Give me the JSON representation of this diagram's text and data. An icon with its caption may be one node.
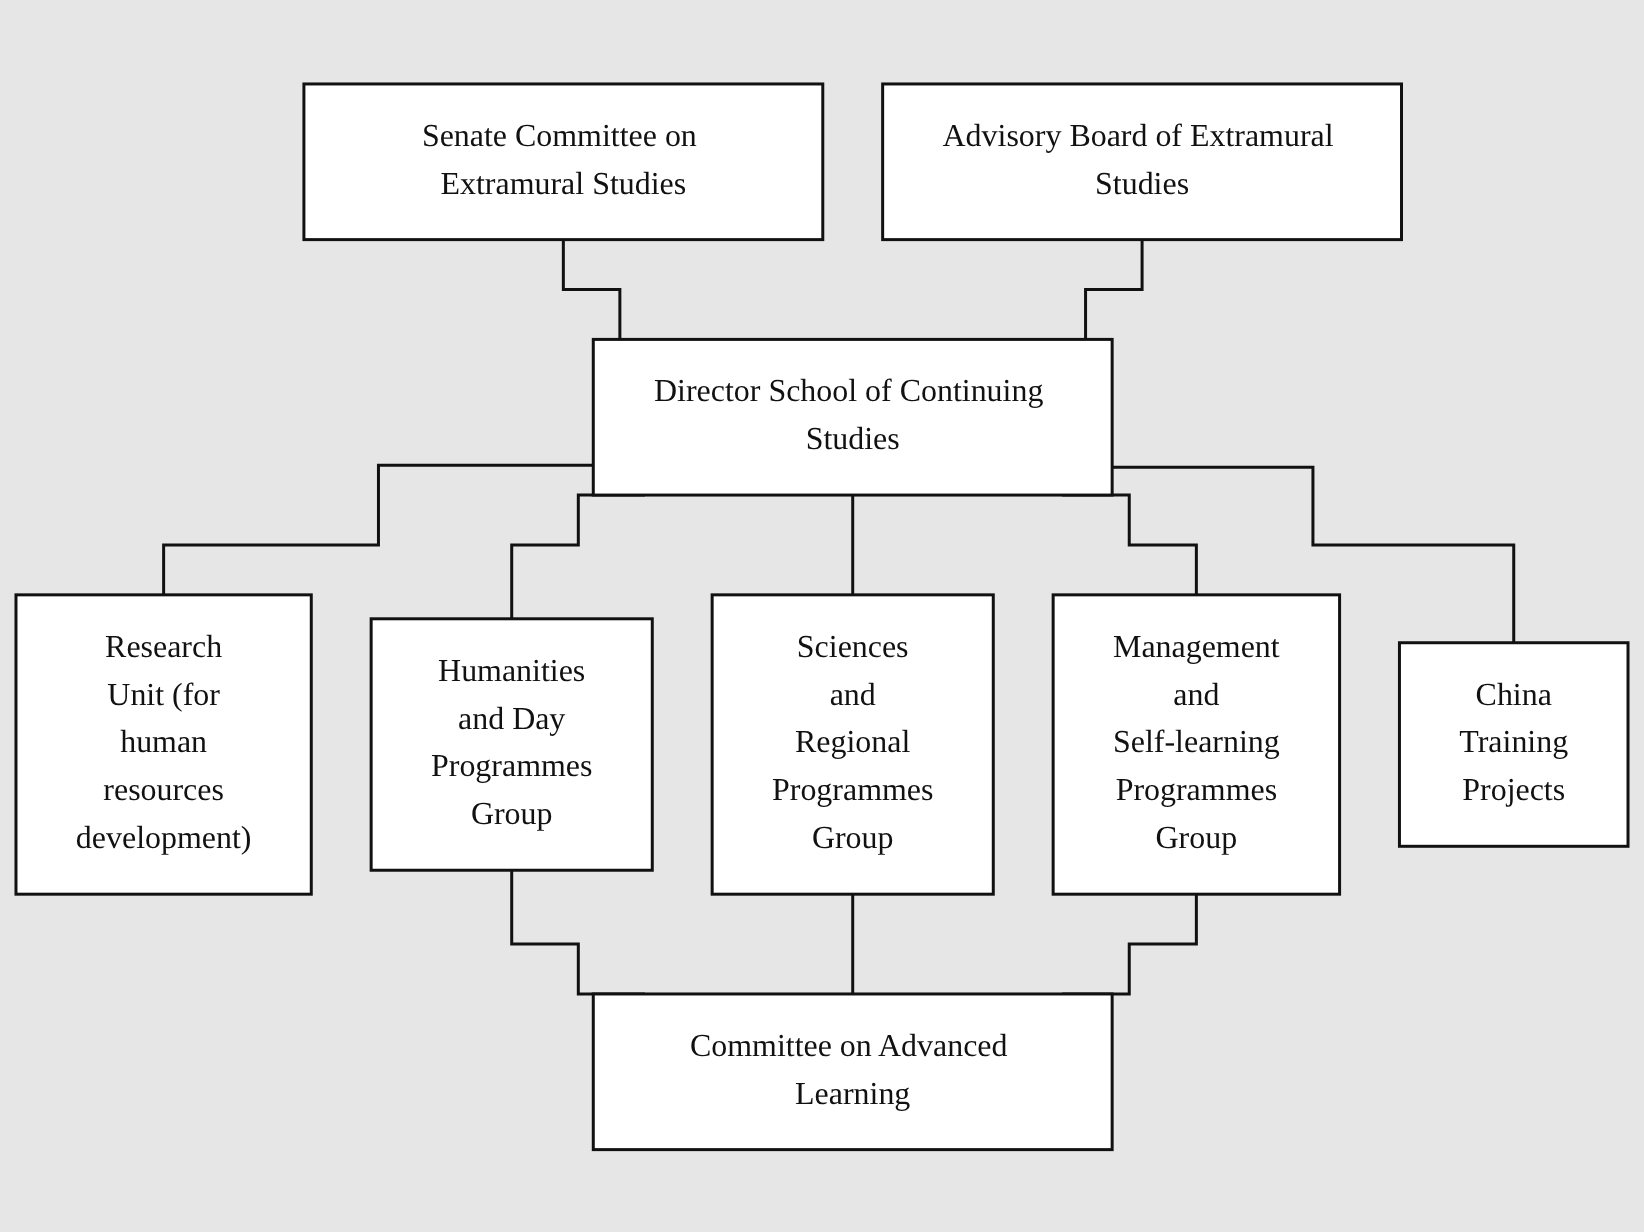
{
  "diagram": {
    "nodes": [
      {
        "text": [
          "Senate Committee on Extramural Studies"
        ]
      },
      {
        "text": [
          "Advisory Board of Extramural Studies"
        ]
      },
      {
        "text": [
          "Director School of Continuing Studies"
        ]
      },
      {
        "text": [
          "Research Unit (for human resources development)"
        ]
      },
      {
        "text": [
          "Humanities and Day Programmes Group"
        ]
      },
      {
        "text": [
          "Sciences and Regional Programmes Group"
        ]
      },
      {
        "text": [
          "Management and Self-learning Programmes Group"
        ]
      },
      {
        "text": [
          "China Training Projects"
        ]
      },
      {
        "text": [
          "Committee on Advanced Learning"
        ]
      }
    ],
    "edges": [
      {
        "from": 0,
        "to": 2,
        "arrow": "none"
      },
      {
        "from": 1,
        "to": 2,
        "arrow": "none"
      },
      {
        "from": 2,
        "to": 3,
        "arrow": "none"
      },
      {
        "from": 2,
        "to": 4,
        "arrow": "none"
      },
      {
        "from": 2,
        "to": 5,
        "arrow": "none"
      },
      {
        "from": 2,
        "to": 6,
        "arrow": "none"
      },
      {
        "from": 2,
        "to": 7,
        "arrow": "none"
      },
      {
        "from": 4,
        "to": 8,
        "arrow": "none"
      },
      {
        "from": 5,
        "to": 8,
        "arrow": "none"
      },
      {
        "from": 6,
        "to": 8,
        "arrow": "none"
      }
    ]
  }
}
